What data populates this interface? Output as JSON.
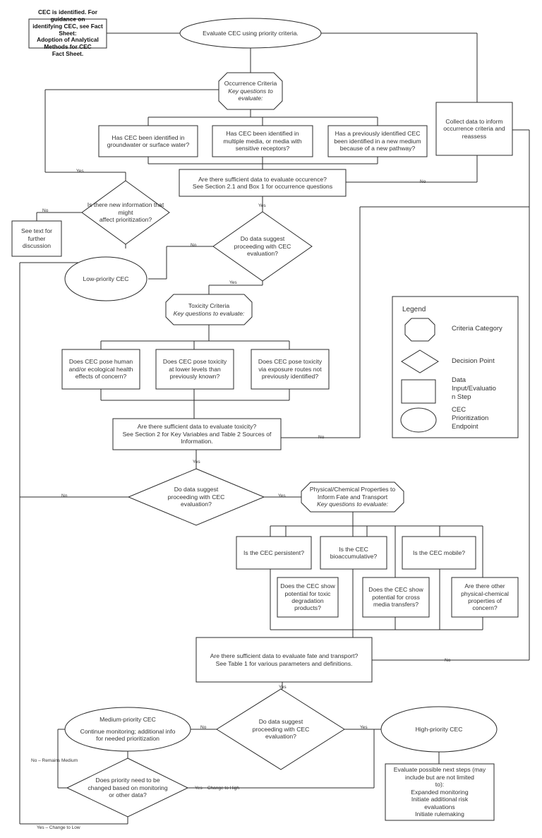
{
  "nodes": {
    "start": {
      "l1": "CEC is identified.  For guidance on",
      "l2": "identifying CEC, see Fact Sheet:",
      "l3": "Adoption of Analytical Methods for CEC",
      "l4": "Fact Sheet."
    },
    "evaluate": "Evaluate CEC using priority criteria.",
    "occ_criteria": {
      "title": "Occurrence Criteria",
      "sub": "Key questions to evaluate:"
    },
    "occ_q1": {
      "l1": "Has CEC been identified in",
      "l2": "groundwater or surface water?"
    },
    "occ_q2": {
      "l1": "Has CEC been identified in",
      "l2": "multiple media, or media with",
      "l3": "sensitive receptors?"
    },
    "occ_q3": {
      "l1": "Has a previously identified CEC",
      "l2": "been identified in a new medium",
      "l3": "because of a new pathway?"
    },
    "collect": {
      "l1": "Collect data to inform",
      "l2": "occurrence criteria and",
      "l3": "reassess"
    },
    "suff_occ": {
      "l1": "Are there sufficient data to evaluate occurence?",
      "l2": "See Section 2.1 and Box 1 for occurrence questions"
    },
    "new_info": {
      "l1": "Is there new information that might",
      "l2": "affect prioritization?"
    },
    "see_text": {
      "l1": "See text for",
      "l2": "further",
      "l3": "discussion"
    },
    "proceed1": {
      "l1": "Do data suggest",
      "l2": "proceeding with CEC",
      "l3": "evaluation?"
    },
    "low": "Low-priority CEC",
    "tox_criteria": {
      "title": "Toxicity Criteria",
      "sub": "Key questions to evaluate:"
    },
    "tox_q1": {
      "l1": "Does CEC pose human",
      "l2": "and/or ecological health",
      "l3": "effects of concern?"
    },
    "tox_q2": {
      "l1": "Does CEC pose toxicity",
      "l2": "at lower levels than",
      "l3": "previously known?"
    },
    "tox_q3": {
      "l1": "Does CEC pose toxicity",
      "l2": "via exposure routes not",
      "l3": "previously identified?"
    },
    "suff_tox": {
      "l1": "Are there sufficient data to evaluate toxicity?",
      "l2": "See Section 2 for Key Variables and Table 2 Sources of",
      "l3": "Information."
    },
    "proceed2": {
      "l1": "Do data suggest",
      "l2": "proceeding with CEC",
      "l3": "evaluation?"
    },
    "phys_criteria": {
      "l1": "Physical/Chemical Properties to",
      "l2": "Inform Fate and Transport",
      "sub": "Key questions to evaluate:"
    },
    "phys_q1": "Is the CEC persistent?",
    "phys_q2": {
      "l1": "Is the CEC",
      "l2": "bioaccumulative?"
    },
    "phys_q3": "Is the CEC mobile?",
    "phys_q4": {
      "l1": "Does the CEC show",
      "l2": "potential for toxic",
      "l3": "degradation",
      "l4": "products?"
    },
    "phys_q5": {
      "l1": "Does the CEC show",
      "l2": "potential for cross",
      "l3": "media transfers?"
    },
    "phys_q6": {
      "l1": "Are there other",
      "l2": "physical-chemical",
      "l3": "properties of",
      "l4": "concern?"
    },
    "suff_fate": {
      "l1": "Are there sufficient data to evaluate fate and transport?",
      "l2": "See Table 1 for various parameters and definitions."
    },
    "proceed3": {
      "l1": "Do data suggest",
      "l2": "proceeding with CEC",
      "l3": "evaluation?"
    },
    "medium": {
      "title": "Medium-priority CEC",
      "l1": "Continue monitoring; additional info",
      "l2": "for needed prioritization"
    },
    "high": "High-priority CEC",
    "change": {
      "l1": "Does priority need to be",
      "l2": "changed based on monitoring",
      "l3": "or other data?"
    },
    "next_steps": {
      "l1": "Evaluate possible next steps (may",
      "l2": "include but are not limited",
      "l3": "to):",
      "l4": "Expanded monitoring",
      "l5": "Initiate additional risk",
      "l6": "evaluations",
      "l7": "Initiate rulemaking"
    }
  },
  "edge_labels": {
    "yes_newinfo": "Yes",
    "no_seetext": "No",
    "no_occ": "No",
    "yes_suffocc": "Yes",
    "no_low": "No",
    "yes_proceed1": "Yes",
    "no_tox": "No",
    "yes_sufftox": "Yes",
    "no_proceed2": "No",
    "yes_proceed2": "Yes",
    "no_fate": "No",
    "yes_sufffate": "Yes",
    "no_medium": "No",
    "yes_high": "Yes",
    "no_remains": "No – Remains Medium",
    "yes_tohigh": "Yes – Change to High",
    "yes_tolow": "Yes – Change to Low"
  },
  "legend": {
    "title": "Legend",
    "items": [
      {
        "shape": "octagon",
        "label": "Criteria Category"
      },
      {
        "shape": "diamond",
        "label": "Decision Point"
      },
      {
        "shape": "rectangle",
        "label": "Data Input/Evaluatio n Step"
      },
      {
        "shape": "ellipse",
        "label": "CEC Prioritization Endpoint"
      }
    ]
  },
  "colors": {
    "line": "#2b2b2b",
    "fill": "#ffffff",
    "text": "#222222"
  }
}
